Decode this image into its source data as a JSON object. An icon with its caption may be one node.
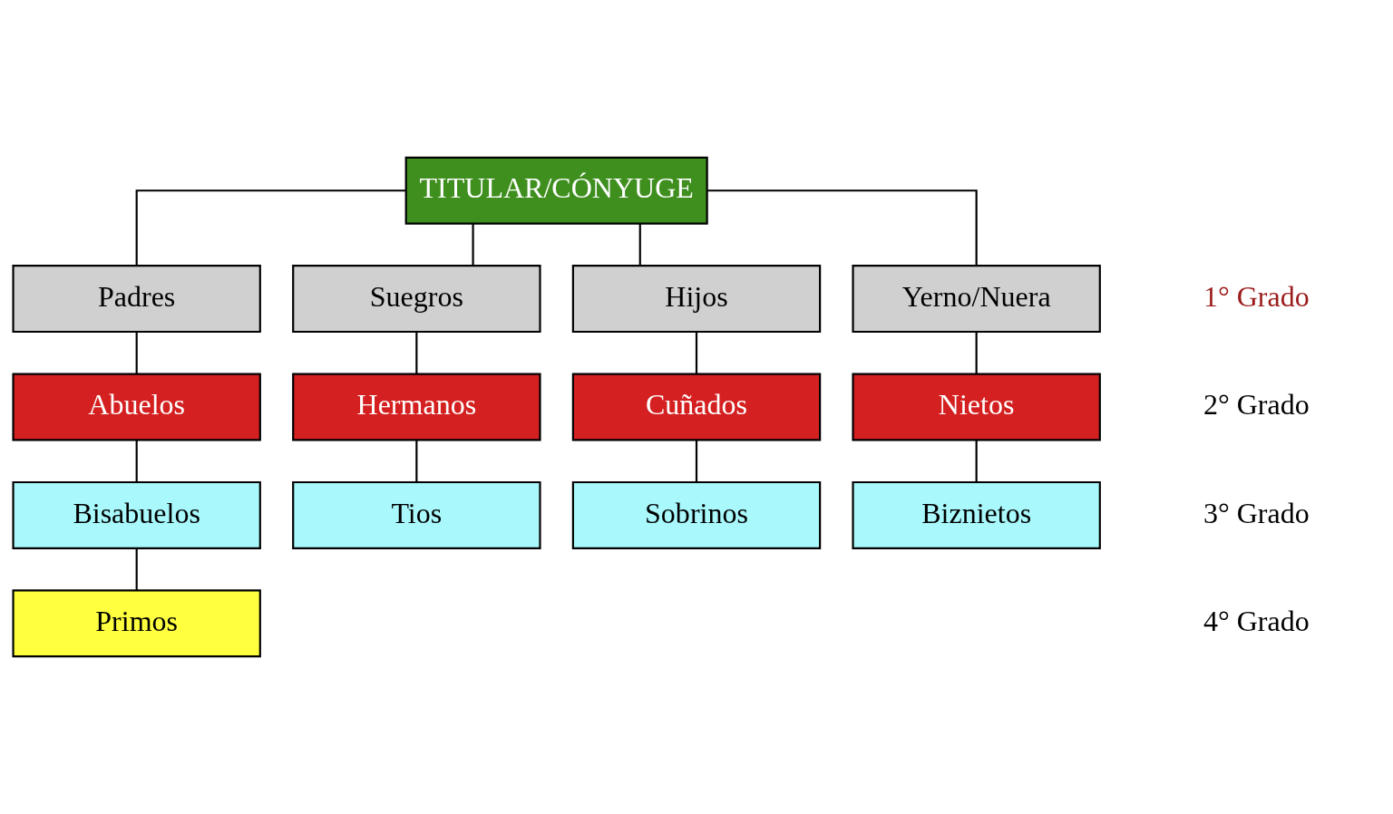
{
  "diagram": {
    "nodes": [
      {
        "text": [
          "TITULAR/CÓNYUGE"
        ]
      },
      {
        "text": [
          "Padres"
        ]
      },
      {
        "text": [
          "Suegros"
        ]
      },
      {
        "text": [
          "Hijos"
        ]
      },
      {
        "text": [
          "Yerno/Nuera"
        ]
      },
      {
        "text": [
          "Abuelos"
        ]
      },
      {
        "text": [
          "Hermanos"
        ]
      },
      {
        "text": [
          "Cuñados"
        ]
      },
      {
        "text": [
          "Nietos"
        ]
      },
      {
        "text": [
          "Bisabuelos"
        ]
      },
      {
        "text": [
          "Tios"
        ]
      },
      {
        "text": [
          "Sobrinos"
        ]
      },
      {
        "text": [
          "Biznietos"
        ]
      },
      {
        "text": [
          "Primos"
        ]
      }
    ],
    "edges": [
      {
        "from": 0,
        "to": 1,
        "arrow": "none"
      },
      {
        "from": 0,
        "to": 2,
        "arrow": "none"
      },
      {
        "from": 0,
        "to": 3,
        "arrow": "none"
      },
      {
        "from": 0,
        "to": 4,
        "arrow": "none"
      },
      {
        "from": 1,
        "to": 5,
        "arrow": "none"
      },
      {
        "from": 2,
        "to": 6,
        "arrow": "none"
      },
      {
        "from": 3,
        "to": 7,
        "arrow": "none"
      },
      {
        "from": 4,
        "to": 8,
        "arrow": "none"
      },
      {
        "from": 5,
        "to": 9,
        "arrow": "none"
      },
      {
        "from": 6,
        "to": 10,
        "arrow": "none"
      },
      {
        "from": 7,
        "to": 11,
        "arrow": "none"
      },
      {
        "from": 8,
        "to": 12,
        "arrow": "none"
      },
      {
        "from": 9,
        "to": 13,
        "arrow": "none"
      }
    ],
    "labels": [
      "1° Grado",
      "2° Grado",
      "3° Grado",
      "4° Grado"
    ]
  }
}
